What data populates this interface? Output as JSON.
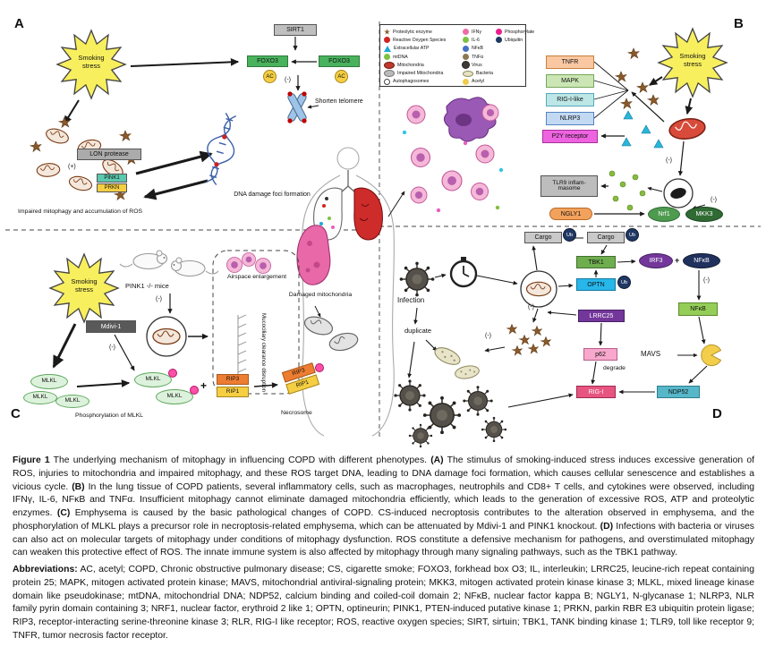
{
  "shared": {
    "smoking_stress": "Smoking stress",
    "minus": "(-)",
    "plus": "(+)",
    "plus_sign": "+",
    "ub": "Ub",
    "ac": "AC"
  },
  "colors": {
    "star_yellow": "#F7EF5E",
    "foxo3_green": "#49B25D",
    "p2y_magenta": "#EE63E0",
    "tbk1_green": "#6FAE4F",
    "irf3_purple": "#73379B",
    "nfkb_dark": "#20315E",
    "optn_cyan": "#27B7EA",
    "p62_pink": "#F7A8CC",
    "rigi_pink": "#E75480",
    "ndp52_teal": "#56B7C9",
    "rip3_orange": "#ED7D31",
    "rip1_yellow": "#F5CE42",
    "mdivi_gray": "#595959",
    "phospho_pink": "#FF4FA7",
    "red_mito": "#D84B3A"
  },
  "panel_a": {
    "label": "A",
    "lon_protease": "LON protease",
    "pink1": "PINK1",
    "prkn": "PRKN",
    "impaired_caption": "Impaired mitophagy and accumulation of ROS",
    "sirt1": "SIRT1",
    "foxo3": "FOXO3",
    "shorten_telomere": "Shorten telomere",
    "dna_damage": "DNA damage foci formation"
  },
  "panel_b": {
    "label": "B",
    "receptors": [
      "TNFR",
      "MAPK",
      "RIG-I-like",
      "NLRP3"
    ],
    "p2y": "P2Y receptor",
    "tlr9_line1": "TLR9 inflam-",
    "tlr9_line2": "masome",
    "ngly1": "NGLY1",
    "nrf1": "Nrf1",
    "mkk3": "MKK3"
  },
  "panel_c": {
    "label": "C",
    "mice": "PINK1 -/- mice",
    "mdivi": "Mdivi-1",
    "airspace": "Airspace enlargement",
    "mucociliary": "Mucociliary clearance disruption",
    "damaged_mito": "Damaged mitochondria",
    "mlkl": "MLKL",
    "phospho_caption": "Phosphorylation of MLKL",
    "rip3": "RIP3",
    "rip1": "RIP1",
    "necrosome": "Necrosome"
  },
  "panel_d": {
    "label": "D",
    "cargo": "Cargo",
    "tbk1": "TBK1",
    "irf3": "IRF3",
    "nfkb_ellipse": "NFκB",
    "optn": "OPTN",
    "nfkb_box": "NFκB",
    "lrrc25": "LRRC25",
    "p62": "p62",
    "degrade": "degrade",
    "mavs": "MAVS",
    "rig_i": "RIG-I",
    "ndp52": "NDP52",
    "infection": "Infection",
    "duplicate": "duplicate"
  },
  "legend": {
    "col1": [
      {
        "label": "Proteolytic enzyme",
        "icon": "brown-burst-icon"
      },
      {
        "label": "Reactive Oxygen Species",
        "icon": "red-dot-icon"
      },
      {
        "label": "Extracellular ATP",
        "icon": "blue-triangle-icon"
      },
      {
        "label": "mtDNA",
        "icon": "green-dot-icon"
      },
      {
        "label": "Mitochondria",
        "icon": "mitochondria-icon"
      },
      {
        "label": "Impaired Mitochondria",
        "icon": "impaired-mitochondria-icon"
      },
      {
        "label": "Autophagosomes",
        "icon": "autophagosome-icon"
      }
    ],
    "col2": [
      {
        "label": "IFNγ",
        "icon": "pink-dot-icon"
      },
      {
        "label": "IL-6",
        "icon": "green-dot-icon"
      },
      {
        "label": "NFκB",
        "icon": "blue-dot-icon"
      },
      {
        "label": "TNFα",
        "icon": "gray-dot-icon"
      },
      {
        "label": "Virus",
        "icon": "virus-icon"
      },
      {
        "label": "Bacteria",
        "icon": "bacteria-icon"
      },
      {
        "label": "Acetyl",
        "icon": "yellow-dot-icon"
      }
    ],
    "col3": [
      {
        "label": "Phosphorylate",
        "icon": "magenta-dot-icon"
      },
      {
        "label": "Ubiquitin",
        "icon": "dark-dot-icon"
      }
    ]
  },
  "caption": {
    "figure_label": "Figure 1",
    "intro": "The underlying mechanism of mitophagy in influencing COPD with different phenotypes.",
    "segments": [
      {
        "label": "(A)",
        "text": "The stimulus of smoking-induced stress induces excessive generation of ROS, injuries to mitochondria and impaired mitophagy, and these ROS target DNA, leading to DNA damage foci formation, which causes cellular senescence and establishes a vicious cycle."
      },
      {
        "label": "(B)",
        "text": "In the lung tissue of COPD patients, several inflammatory cells, such as macrophages, neutrophils and CD8+ T cells, and cytokines were observed, including IFNγ, IL-6, NFκB and TNFα. Insufficient mitophagy cannot eliminate damaged mitochondria efficiently, which leads to the generation of excessive ROS, ATP and proteolytic enzymes."
      },
      {
        "label": "(C)",
        "text": "Emphysema is caused by the basic pathological changes of COPD. CS-induced necroptosis contributes to the alteration observed in emphysema, and the phosphorylation of MLKL plays a precursor role in necroptosis-related emphysema, which can be attenuated by Mdivi-1 and PINK1 knockout."
      },
      {
        "label": "(D)",
        "text": "Infections with bacteria or viruses can also act on molecular targets of mitophagy under conditions of mitophagy dysfunction. ROS constitute a defensive mechanism for pathogens, and overstimulated mitophagy can weaken this protective effect of ROS. The innate immune system is also affected by mitophagy through many signaling pathways, such as the TBK1 pathway."
      }
    ],
    "abbreviations_label": "Abbreviations:",
    "abbreviations_text": "AC, acetyl; COPD, Chronic obstructive pulmonary disease; CS, cigarette smoke; FOXO3, forkhead box O3; IL, interleukin; LRRC25, leucine-rich repeat containing protein 25; MAPK, mitogen activated protein kinase; MAVS, mitochondrial antiviral-signaling protein; MKK3, mitogen activated protein kinase kinase 3; MLKL, mixed lineage kinase domain like pseudokinase; mtDNA, mitochondrial DNA; NDP52, calcium binding and coiled-coil domain 2; NFκB, nuclear factor kappa B; NGLY1, N-glycanase 1; NLRP3, NLR family pyrin domain containing 3; NRF1, nuclear factor, erythroid 2 like 1; OPTN, optineurin; PINK1, PTEN-induced putative kinase 1; PRKN, parkin RBR E3 ubiquitin protein ligase; RIP3, receptor-interacting serine-threonine kinase 3; RLR, RIG-I like receptor; ROS, reactive oxygen species; SIRT, sirtuin; TBK1, TANK binding kinase 1; TLR9, toll like receptor 9; TNFR, tumor necrosis factor receptor."
  }
}
